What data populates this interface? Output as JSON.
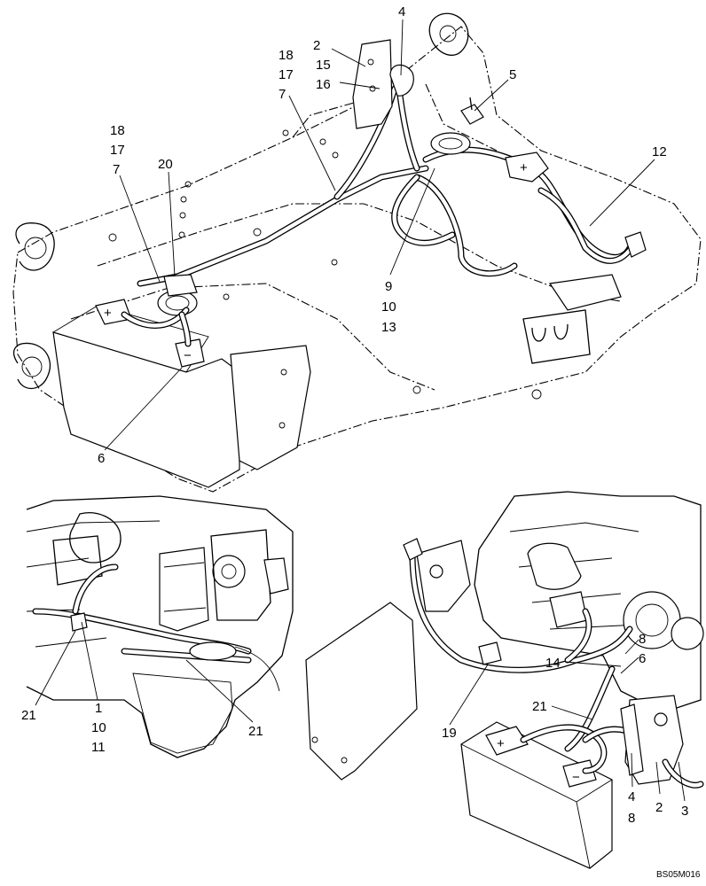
{
  "figure_id": "BS05M016",
  "callouts": {
    "top": [
      "4",
      "2",
      "15",
      "16",
      "18",
      "17",
      "7",
      "5",
      "18",
      "17",
      "7",
      "20",
      "12",
      "9",
      "10",
      "13",
      "6"
    ],
    "bottom_left": [
      "21",
      "1",
      "10",
      "11",
      "21"
    ],
    "bottom_right": [
      "8",
      "6",
      "14",
      "19",
      "21",
      "4",
      "8",
      "2",
      "3"
    ]
  }
}
